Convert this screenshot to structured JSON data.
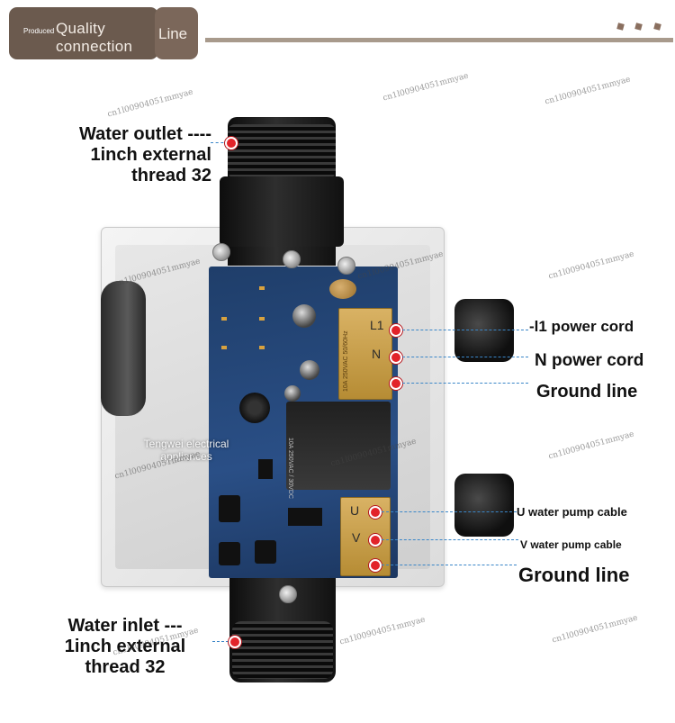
{
  "header": {
    "badge_small": "Produced",
    "badge_title": "Quality connection",
    "badge_line": "Line"
  },
  "device": {
    "relay_marking": "10A 250VAC / 30VDC",
    "terminal_top_marking": "10A 250VAC 50/60Hz"
  },
  "terminals": {
    "top": [
      "L1",
      "N"
    ],
    "bottom": [
      "U",
      "V"
    ]
  },
  "callouts": {
    "outlet": "Water outlet ----\n1inch external\nthread 32",
    "inlet": "Water inlet ---\n1inch external\nthread 32",
    "l1": "-l1 power cord",
    "n": "N power cord",
    "ground_top": "Ground line",
    "u": "U water pump cable",
    "v": "V water pump cable",
    "ground_bottom": "Ground line"
  },
  "brand_overlay": "Tengwei electrical\nappliances",
  "watermark": "cn1l00904051mmyae",
  "colors": {
    "marker": "#e2232a",
    "dashed_leader": "#3a86c8",
    "badge": "#6b5a4e",
    "pcb": "#2a4f86"
  }
}
